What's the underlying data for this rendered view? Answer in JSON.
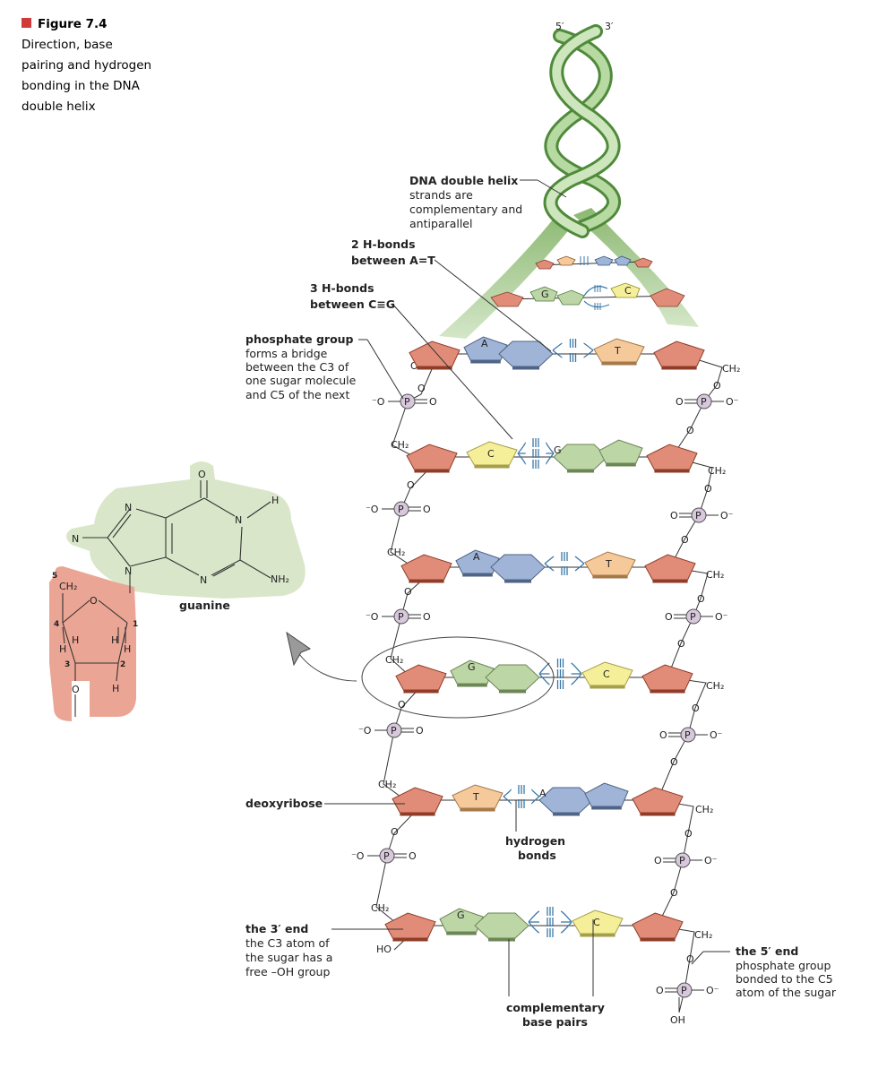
{
  "figure": {
    "label": "Figure 7.4",
    "caption_lines": [
      "Direction, base",
      "pairing and hydrogen",
      "bonding in the DNA",
      "double helix"
    ],
    "marker_color": "#d03a3a"
  },
  "strand_ends_top": {
    "left": "5′",
    "right": "3′"
  },
  "annotations": {
    "helix": {
      "title": "DNA double helix",
      "lines": [
        "strands are",
        "complementary and",
        "antiparallel"
      ]
    },
    "h2": {
      "lines": [
        "2 H-bonds",
        "between A=T"
      ]
    },
    "h3": {
      "lines": [
        "3 H-bonds",
        "between C≡G"
      ]
    },
    "phosphate": {
      "title": "phosphate group",
      "lines": [
        "forms a bridge",
        "between the C3 of",
        "one sugar molecule",
        "and C5 of the next"
      ]
    },
    "deoxyribose": "deoxyribose",
    "hbonds": {
      "lines": [
        "hydrogen",
        "bonds"
      ]
    },
    "end3": {
      "title": "the 3′ end",
      "lines": [
        "the C3 atom of",
        "the sugar has a",
        "free –OH group"
      ]
    },
    "end5": {
      "title": "the 5′ end",
      "lines": [
        "phosphate group",
        "bonded to the C5",
        "atom of the sugar"
      ]
    },
    "cbp": {
      "lines": [
        "complementary",
        "base pairs"
      ]
    },
    "guanine": "guanine"
  },
  "atoms": {
    "O": "O",
    "N": "N",
    "H": "H",
    "NH2": "NH₂",
    "CH2": "CH₂",
    "P": "P",
    "Ominus": "⁻O",
    "Ominus_r": "O⁻",
    "HO": "HO",
    "OH": "OH",
    "num5": "5",
    "num4": "4",
    "num3": "3",
    "num2": "2",
    "num1": "1"
  },
  "ladder": [
    {
      "left": "A",
      "right": "T"
    },
    {
      "left": "C",
      "right": "G"
    },
    {
      "left": "A",
      "right": "T"
    },
    {
      "left": "G",
      "right": "C"
    },
    {
      "left": "T",
      "right": "A"
    },
    {
      "left": "G",
      "right": "C"
    }
  ],
  "helix_bases": {
    "upper_left": "G",
    "upper_right": "C"
  },
  "colors": {
    "sugar": "#e08c78",
    "A": "#9fb4d6",
    "T": "#f5c99a",
    "C": "#f6ef9a",
    "G": "#bcd6a6",
    "hbond": "#3a78a8",
    "helix": "#7fae62",
    "phosphate": "#d8c8dc",
    "guanine_bg": "#d9e6c9",
    "sugar_bg": "#eba595"
  }
}
